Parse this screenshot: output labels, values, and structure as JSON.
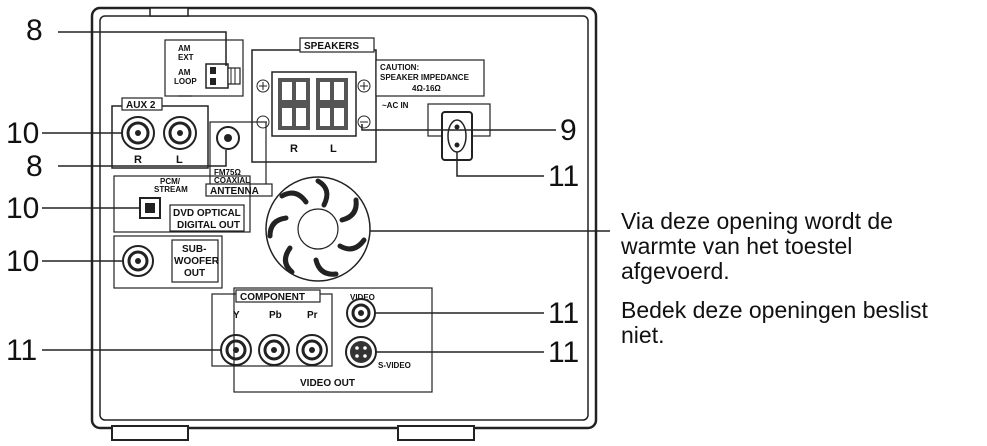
{
  "callouts": {
    "c8_top": "8",
    "c10_aux": "10",
    "c8_antenna": "8",
    "c10_optical": "10",
    "c10_subwoofer": "10",
    "c11_component": "11",
    "c9_speakers": "9",
    "c11_acin": "11",
    "c11_video": "11",
    "c11_svideo": "11"
  },
  "panel": {
    "am_ext": "AM",
    "am_ext2": "EXT",
    "am_loop": "AM",
    "am_loop2": "LOOP",
    "speakers": "SPEAKERS",
    "caution": "CAUTION:",
    "speaker_impedance": "SPEAKER IMPEDANCE",
    "impedance_value": "4Ω-16Ω",
    "ac_in": "~AC IN",
    "aux2": "AUX 2",
    "aux_r": "R",
    "aux_l": "L",
    "spk_r": "R",
    "spk_l": "L",
    "fm_ohm": "FM75Ω",
    "coaxial": "COAXIAL",
    "antenna": "ANTENNA",
    "pcm_stream": "PCM/",
    "pcm_stream2": "STREAM",
    "dvd_optical": "DVD OPTICAL",
    "digital_out": "DIGITAL OUT",
    "sub": "SUB-",
    "woofer": "WOOFER",
    "out": "OUT",
    "component": "COMPONENT",
    "video": "VIDEO",
    "comp_y": "Y",
    "comp_pb": "Pb",
    "comp_pr": "Pr",
    "s_video": "S-VIDEO",
    "video_out": "VIDEO  OUT"
  },
  "note": {
    "line1": "Via deze opening wordt de",
    "line2": "warmte van het toestel",
    "line3": "afgevoerd.",
    "line4": "Bedek deze openingen beslist",
    "line5": "niet."
  }
}
